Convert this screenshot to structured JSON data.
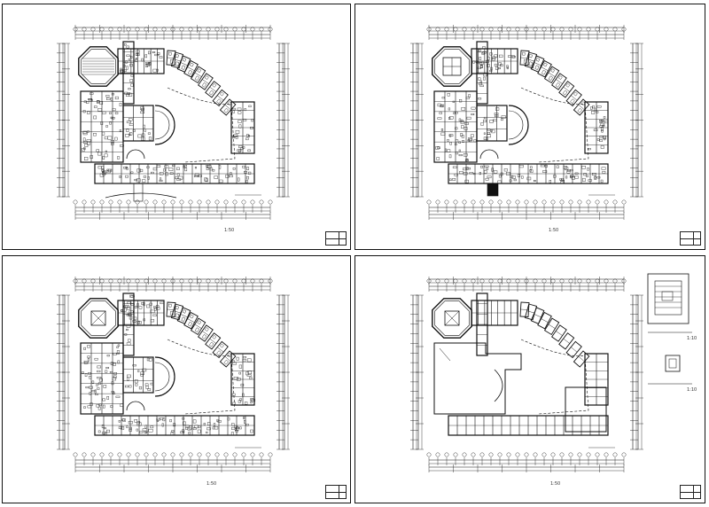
{
  "sheets": [
    {
      "id": "tl",
      "title": "",
      "scale": "1:50",
      "variant": "a"
    },
    {
      "id": "tr",
      "title": "",
      "scale": "1:50",
      "variant": "b"
    },
    {
      "id": "bl",
      "title": "",
      "scale": "1:50",
      "variant": "c"
    },
    {
      "id": "br",
      "title": "",
      "scale": "1:50",
      "variant": "d"
    }
  ],
  "side_details": [
    {
      "title": "",
      "scale": "1:10"
    },
    {
      "title": "",
      "scale": "1:10"
    }
  ],
  "colors": {
    "line": "#111111",
    "fill": "#ffffff",
    "hatch": "#222222"
  }
}
